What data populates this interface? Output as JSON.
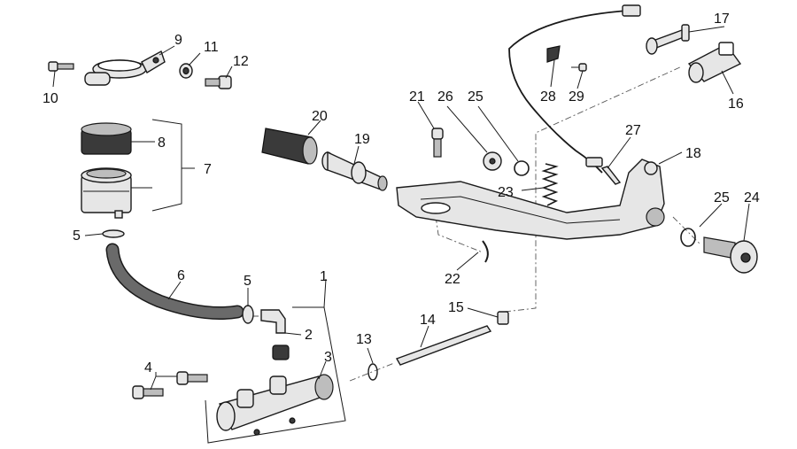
{
  "labels": {
    "l1": "1",
    "l2": "2",
    "l3": "3",
    "l4": "4",
    "l5a": "5",
    "l5b": "5",
    "l6": "6",
    "l7": "7",
    "l8": "8",
    "l9": "9",
    "l10": "10",
    "l11": "11",
    "l12": "12",
    "l13": "13",
    "l14": "14",
    "l15": "15",
    "l16": "16",
    "l17": "17",
    "l18": "18",
    "l19": "19",
    "l20": "20",
    "l21": "21",
    "l22": "22",
    "l23": "23",
    "l24": "24",
    "l25a": "25",
    "l25b": "25",
    "l26": "26",
    "l27": "27",
    "l28": "28",
    "l29": "29"
  }
}
